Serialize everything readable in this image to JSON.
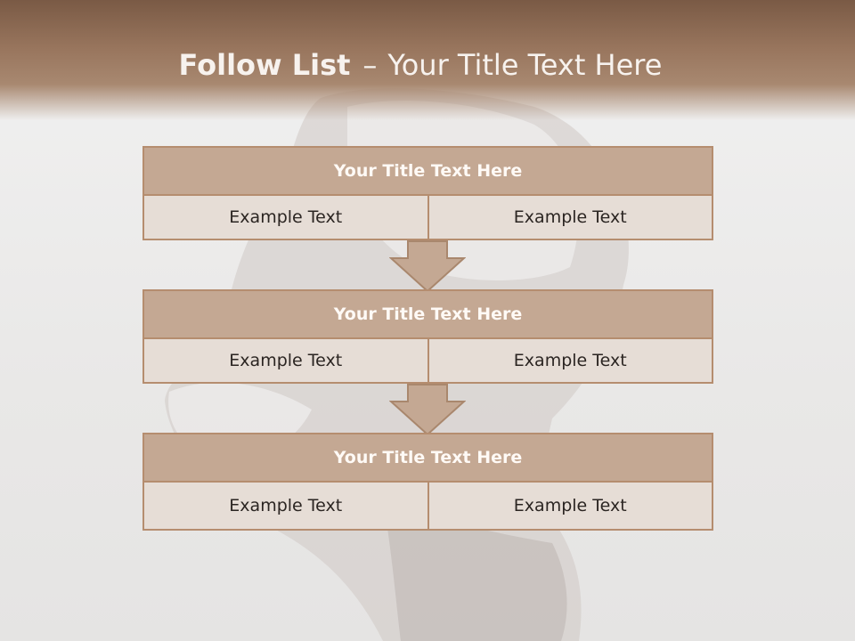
{
  "slide": {
    "title_bold": "Follow List",
    "title_separator": "–",
    "title_rest": "Your Title Text Here"
  },
  "blocks": [
    {
      "title": "Your Title Text Here",
      "left": "Example Text",
      "right": "Example Text"
    },
    {
      "title": "Your Title Text Here",
      "left": "Example Text",
      "right": "Example Text"
    },
    {
      "title": "Your Title Text Here",
      "left": "Example Text",
      "right": "Example Text"
    }
  ],
  "colors": {
    "header_brown": "#7a5a45",
    "block_header": "#c4a893",
    "block_border": "#b58d6f",
    "cell_fill": "#e6ddd6",
    "arrow_fill": "#c4a893"
  },
  "icons": [
    "down-arrow-icon",
    "down-arrow-icon"
  ]
}
